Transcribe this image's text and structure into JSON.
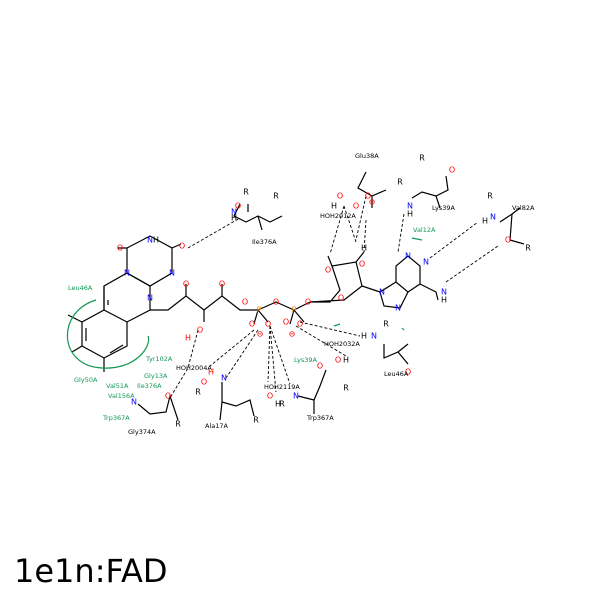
{
  "title": "1e1n:FAD",
  "residues": {
    "glu38": "Glu38A",
    "lys39_top": "Lys39A",
    "val82": "Val82A",
    "ile376_top": "Ile376A",
    "leu46_bottom": "Leu46A",
    "ala17": "Ala17A",
    "trp367_bottom": "Trp367A",
    "gly374": "Gly374A"
  },
  "hydrophobic": {
    "val12": "Val12A",
    "leu46": "Leu46A",
    "tyr102": "Tyr102A",
    "gly13": "Gly13A",
    "ile376": "Ile376A",
    "gly50": "Gly50A",
    "val51": "Val51A",
    "val156": "Val156A",
    "trp367": "Trp367A",
    "lys39": "Lys39A"
  },
  "waters": {
    "w2012": "HOH2012A",
    "w2004": "HOH2004A",
    "w2119": "HOH2119A",
    "w2032": "HOH2032A"
  },
  "colors": {
    "carbon": "#000000",
    "oxygen": "#ff0000",
    "nitrogen": "#0000ff",
    "phosphorus": "#ff8000",
    "hydrophobic": "#119955"
  }
}
